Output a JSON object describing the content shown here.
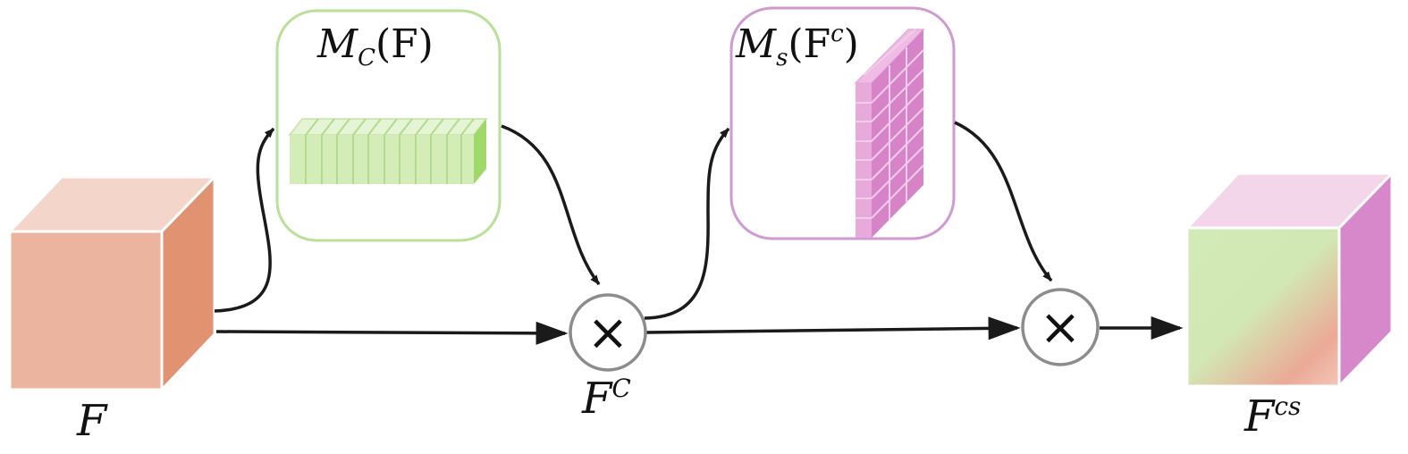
{
  "labels": {
    "input": {
      "main": "F",
      "sup": ""
    },
    "channel_map": {
      "main": "M",
      "sub": "C",
      "arg": "(F)"
    },
    "channel_refined": {
      "main": "F",
      "sup": "C"
    },
    "spatial_map": {
      "main": "M",
      "sub": "s",
      "arg_open": "(F",
      "arg_sup": "c",
      "arg_close": ")"
    },
    "output": {
      "main": "F",
      "sup": "cs"
    }
  },
  "operators": {
    "multiply_1": "×",
    "multiply_2": "×"
  },
  "colors": {
    "input_front": "#ebb49e",
    "input_top": "#f3d6c9",
    "input_side": "#e19270",
    "channel_box_border": "#b9df98",
    "channel_bar_fill": "#d4edb8",
    "channel_bar_end": "#9fd96a",
    "spatial_box_border": "#cf9ad2",
    "spatial_plane_fill": "#d783c7",
    "spatial_plane_top": "#efbde4",
    "output_top": "#f4d6ea",
    "output_side": "#d788cb",
    "output_gradient_green": "#d2eab6",
    "output_gradient_salmon": "#eba996",
    "operator_ring": "#8c8c8c",
    "arrow": "#1a1a1a"
  }
}
